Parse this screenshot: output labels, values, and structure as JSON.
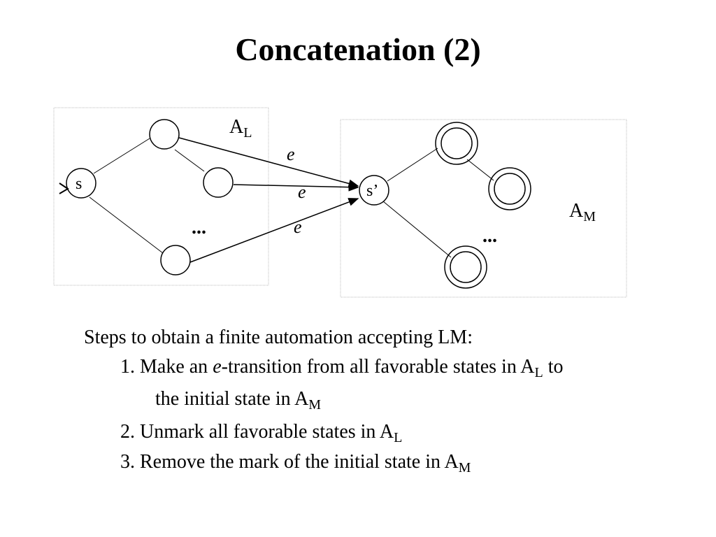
{
  "title": "Concatenation (2)",
  "diagram": {
    "automaton_L": {
      "label_main": "A",
      "label_sub": "L",
      "initial_state": "s",
      "ellipsis": "..."
    },
    "automaton_M": {
      "label_main": "A",
      "label_sub": "M",
      "initial_state": "s’",
      "ellipsis": "..."
    },
    "epsilon_labels": [
      "e",
      "e",
      "e"
    ]
  },
  "steps": {
    "intro": "Steps to obtain a finite automation accepting LM:",
    "step1_a": "1. Make an ",
    "step1_e": "e",
    "step1_b": "-transition from all favorable states in A",
    "step1_sub": "L",
    "step1_c": " to",
    "step1_line2": "the initial state in A",
    "step1_line2_sub": "M",
    "step2": "2. Unmark all favorable states in A",
    "step2_sub": "L",
    "step3": "3. Remove the mark of the initial state in A",
    "step3_sub": "M"
  }
}
